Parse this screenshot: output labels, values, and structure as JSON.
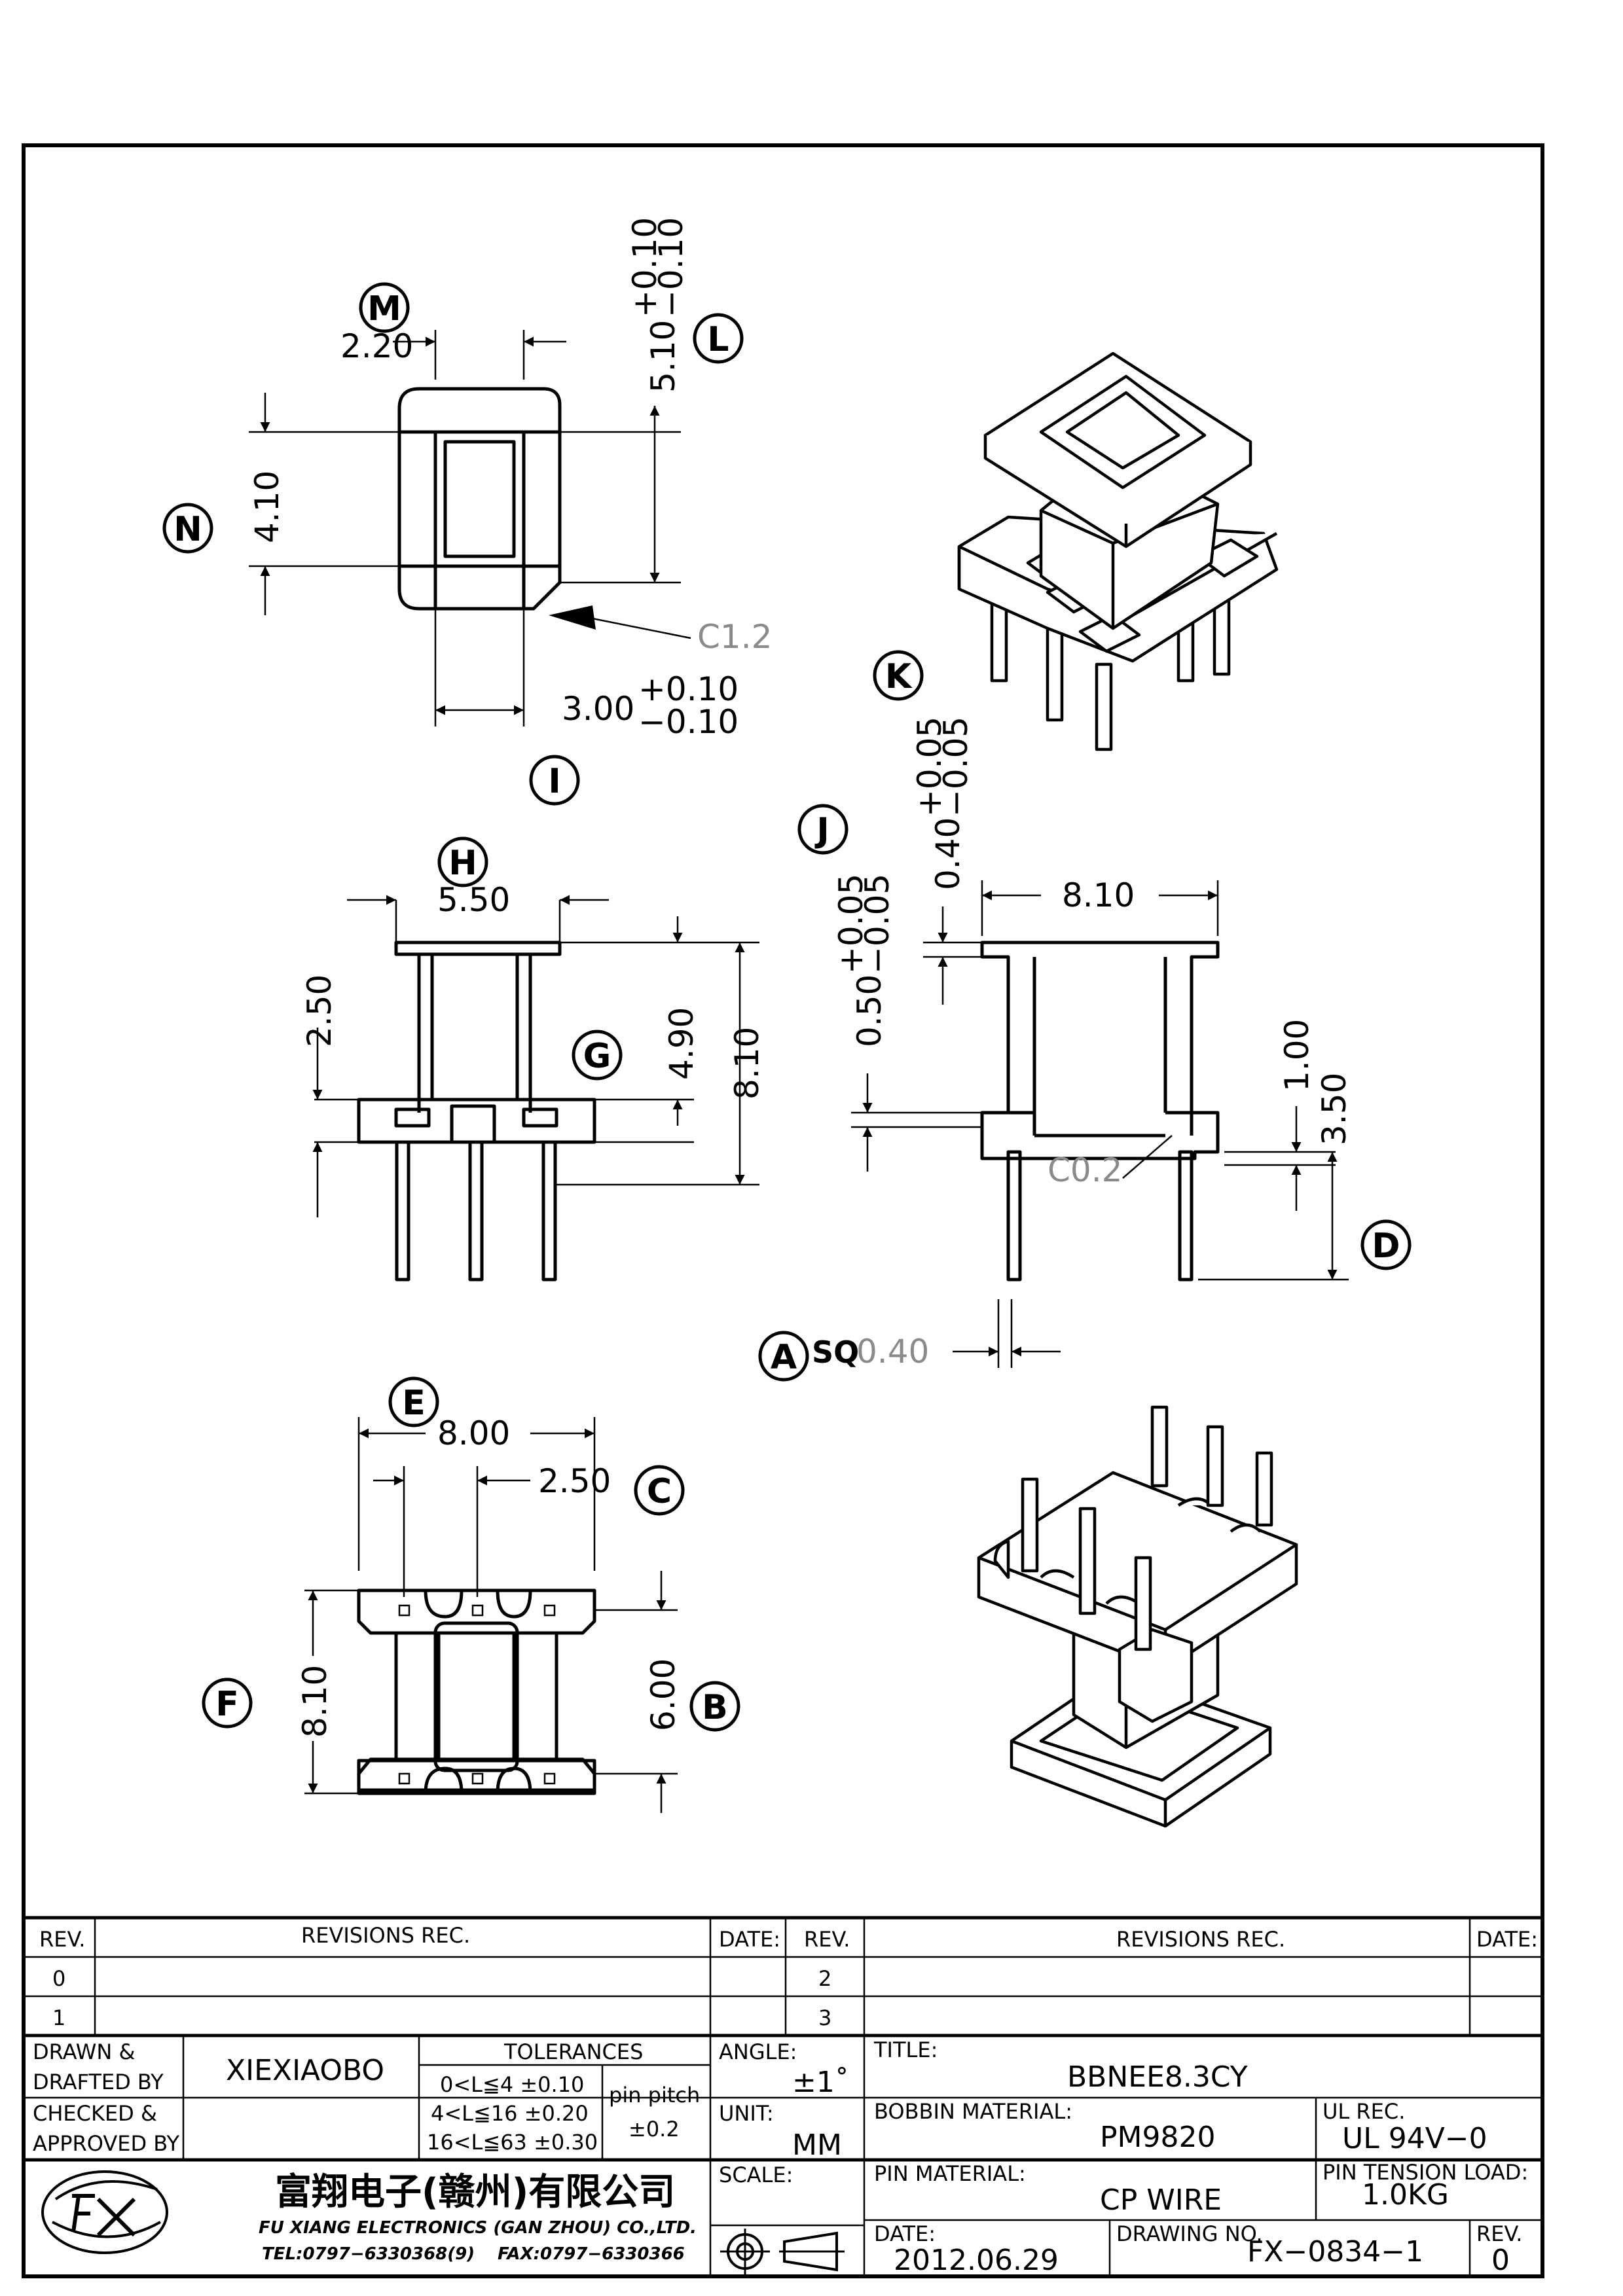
{
  "callouts": {
    "A": "A",
    "B": "B",
    "C": "C",
    "D": "D",
    "E": "E",
    "F": "F",
    "G": "G",
    "H": "H",
    "I": "I",
    "J": "J",
    "K": "K",
    "L": "L",
    "M": "M",
    "N": "N"
  },
  "dimensions": {
    "m_width": "2.20",
    "l_depth": "5.10",
    "l_tol_plus": "+0.10",
    "l_tol_minus": "−0.10",
    "n_height": "4.10",
    "chamfer_top": "C1.2",
    "i_width": "3.00",
    "i_tol_plus": "+0.10",
    "i_tol_minus": "−0.10",
    "h_width": "5.50",
    "side_2_50": "2.50",
    "g_height": "4.90",
    "side_8_10": "8.10",
    "j_flange": "0.50",
    "j_tol_plus": "+0.05",
    "j_tol_minus": "−0.05",
    "k_flange": "0.40",
    "k_tol_plus": "+0.05",
    "k_tol_minus": "−0.05",
    "front_width": "8.10",
    "front_1_00": "1.00",
    "front_3_50": "3.50",
    "chamfer_front": "C0.2",
    "pin_sq_label": "SQ",
    "pin_sq_value": "0.40",
    "bottom_width": "8.00",
    "pin_pitch": "2.50",
    "bottom_height": "8.10",
    "bottom_inner": "6.00"
  },
  "title_block": {
    "rev_header": "REV.",
    "revisions_header": "REVISIONS    REC.",
    "date_header": "DATE:",
    "rev_0": "0",
    "rev_1": "1",
    "rev_2": "2",
    "rev_3": "3",
    "drawn_label_1": "DRAWN &",
    "drawn_label_2": "DRAFTED BY",
    "drawn_by": "XIEXIAOBO",
    "checked_label_1": "CHECKED &",
    "checked_label_2": "APPROVED BY",
    "tolerances_header": "TOLERANCES",
    "tol_row_1": "0<L≦4    ±0.10",
    "tol_row_2": "4<L≦16  ±0.20",
    "tol_row_3": "16<L≦63  ±0.30",
    "pin_pitch_label": "pin pitch",
    "pin_pitch_tol": "±0.2",
    "angle_label": "ANGLE:",
    "angle_value": "±1˚",
    "unit_label": "UNIT:",
    "unit_value": "MM",
    "scale_label": "SCALE:",
    "title_label": "TITLE:",
    "title_value": "BBNEE8.3CY",
    "bobbin_material_label": "BOBBIN MATERIAL:",
    "bobbin_material_value": "PM9820",
    "ul_rec_label": "UL REC.",
    "ul_rec_value": "UL  94V−0",
    "pin_material_label": "PIN MATERIAL:",
    "pin_material_value": "CP  WIRE",
    "pin_tension_label": "PIN TENSION LOAD:",
    "pin_tension_value": "1.0KG",
    "date_label": "DATE:",
    "date_value": "2012.06.29",
    "drawing_no_label": "DRAWING NO.",
    "drawing_no_value": "FX−0834−1",
    "rev_label": "REV.",
    "rev_value": "0",
    "company_cn": "富翔电子(赣州)有限公司",
    "company_en": "FU XIANG ELECTRONICS (GAN ZHOU) CO.,LTD.",
    "tel": "TEL:0797−6330368(9)",
    "fax": "FAX:0797−6330366"
  }
}
